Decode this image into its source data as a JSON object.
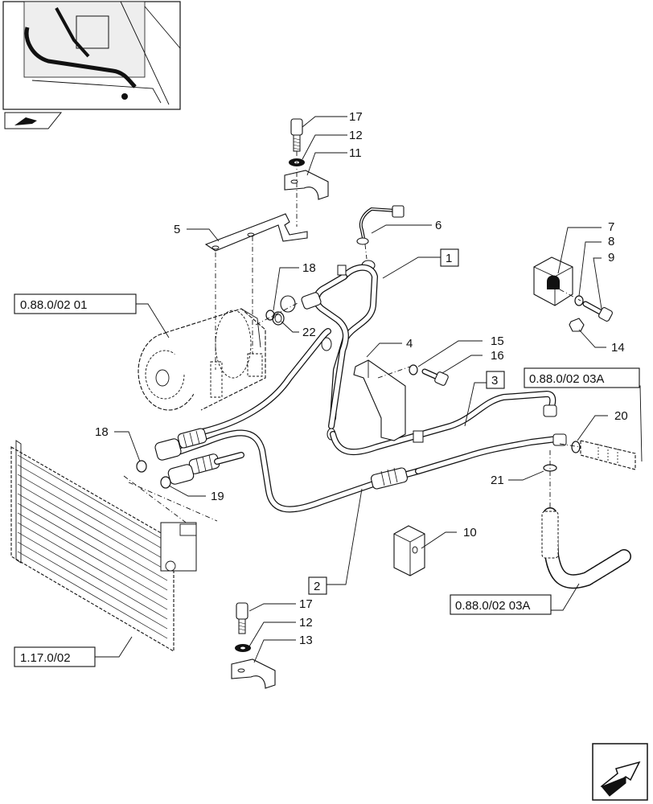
{
  "callouts": {
    "c17a": "17",
    "c12a": "12",
    "c11": "11",
    "c5": "5",
    "c6": "6",
    "c18a": "18",
    "c22": "22",
    "c7": "7",
    "c8": "8",
    "c9": "9",
    "c14": "14",
    "c4": "4",
    "c15": "15",
    "c16": "16",
    "c1": "1",
    "c3": "3",
    "c20": "20",
    "c18b": "18",
    "c19": "19",
    "c21": "21",
    "c10": "10",
    "c2": "2",
    "c17b": "17",
    "c12b": "12",
    "c13": "13"
  },
  "refs": {
    "ref_compressor": "0.88.0/02 01",
    "ref_right_top": "0.88.0/02 03A",
    "ref_right_bottom": "0.88.0/02 03A",
    "ref_condenser": "1.17.0/02"
  }
}
